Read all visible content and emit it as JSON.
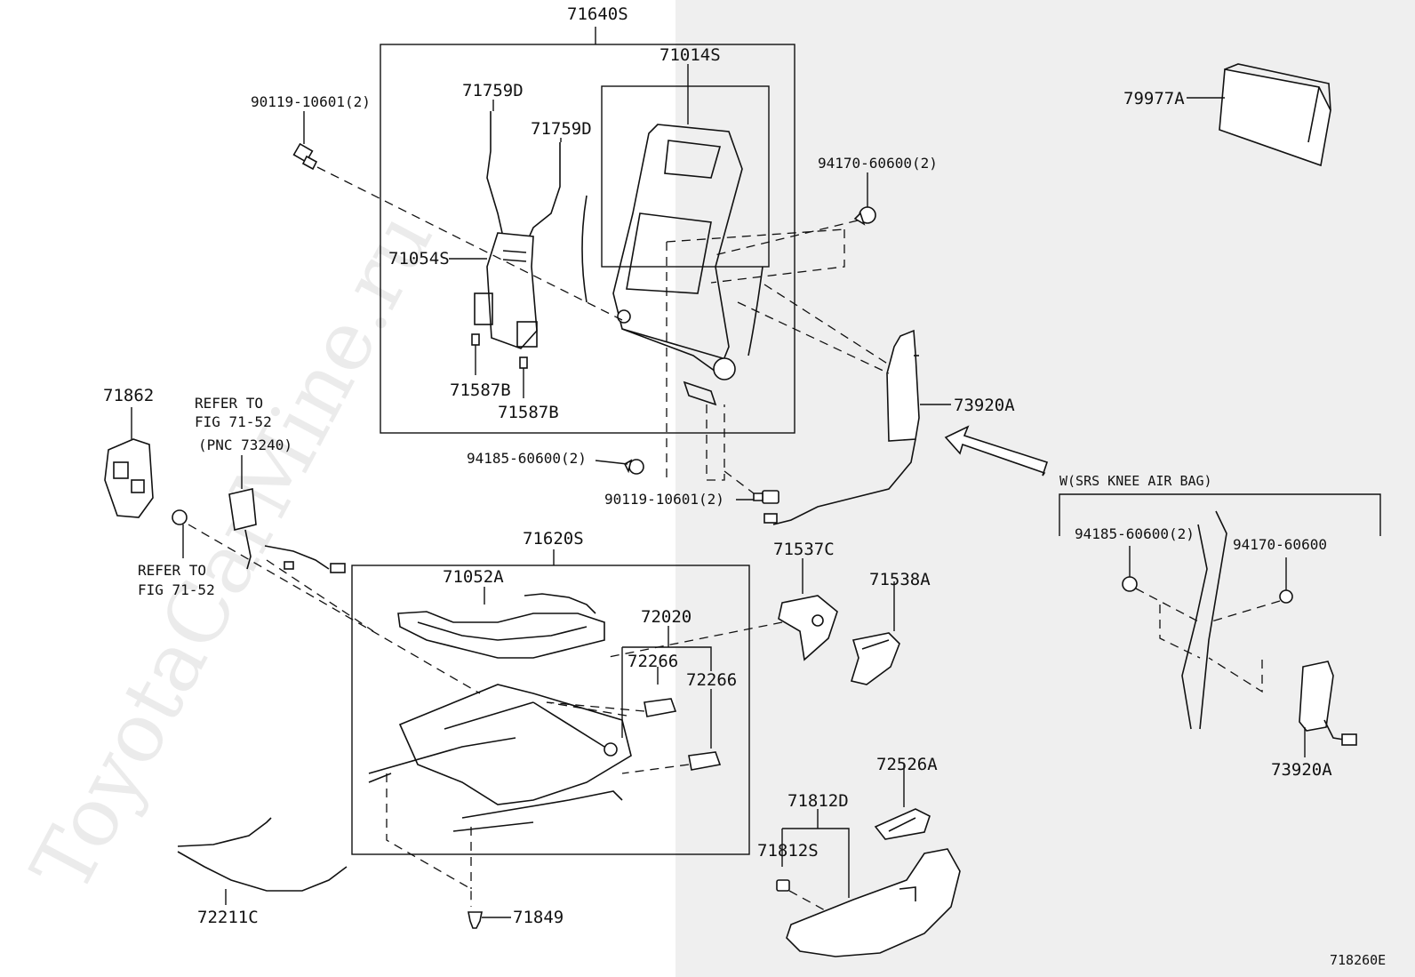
{
  "watermark": "ToyotaCarMine.ru",
  "diagram_code": "718260E",
  "labels": {
    "p71640S": "71640S",
    "p71014S": "71014S",
    "p71759D_1": "71759D",
    "p71759D_2": "71759D",
    "p90119_top": "90119-10601(2)",
    "p71054S": "71054S",
    "p71587B_1": "71587B",
    "p71587B_2": "71587B",
    "p94170_top": "94170-60600(2)",
    "p79977A": "79977A",
    "p73920A_main": "73920A",
    "p71862": "71862",
    "refer1_line1": "REFER TO",
    "refer1_line2": "FIG 71-52",
    "refer1_line3": "(PNC 73240)",
    "refer2_line1": "REFER TO",
    "refer2_line2": "FIG 71-52",
    "p94185_mid": "94185-60600(2)",
    "p90119_mid": "90119-10601(2)",
    "p71620S": "71620S",
    "p71052A": "71052A",
    "p72020": "72020",
    "p72266_1": "72266",
    "p72266_2": "72266",
    "p71537C": "71537C",
    "p71538A": "71538A",
    "p72526A": "72526A",
    "p71812D": "71812D",
    "p71812S": "71812S",
    "p72211C": "72211C",
    "p71849": "71849",
    "srs_header": "W(SRS KNEE AIR BAG)",
    "p94185_srs": "94185-60600(2)",
    "p94170_srs": "94170-60600",
    "p73920A_srs": "73920A"
  }
}
